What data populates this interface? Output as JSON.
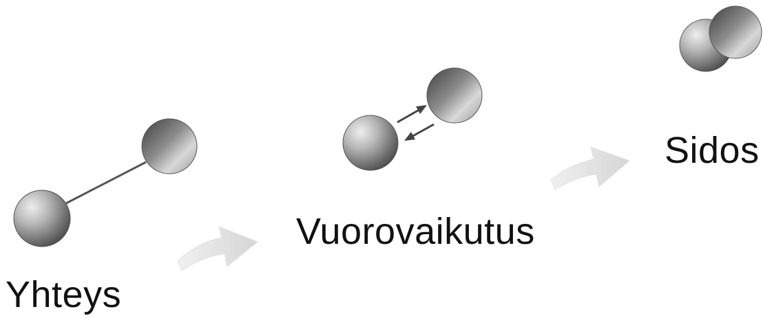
{
  "stages": [
    {
      "label": "Yhteys"
    },
    {
      "label": "Vuorovaikutus"
    },
    {
      "label": "Sidos"
    }
  ],
  "colors": {
    "sphere_light": "#e4e4e4",
    "sphere_mid": "#9a9a9a",
    "sphere_dark": "#4a4a4a",
    "connector": "#555555",
    "transition_arrow": "#d6d6d6",
    "label_text": "#111111"
  }
}
